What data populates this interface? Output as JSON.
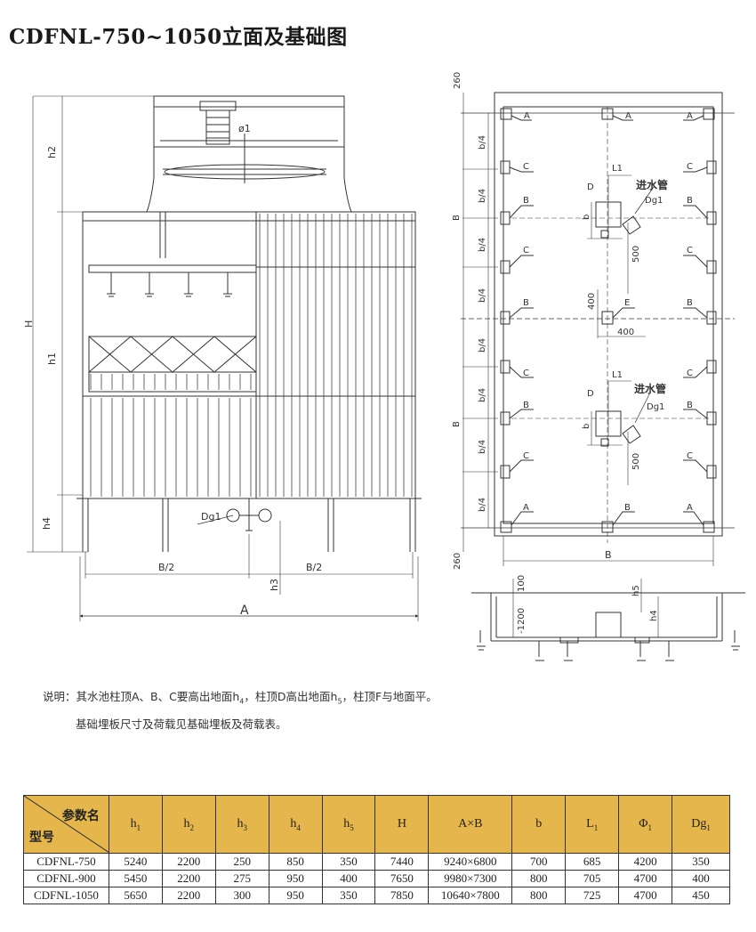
{
  "title": "CDFNL-750~1050立面及基础图",
  "elevation": {
    "labels": {
      "h2": "h2",
      "H": "H",
      "h1": "h1",
      "h4": "h4",
      "h3": "h3",
      "phi1": "ø1",
      "dg1": "Dg1",
      "half_b_left": "B/2",
      "half_b_right": "B/2",
      "a": "A"
    }
  },
  "plan": {
    "dim_260_top": "260",
    "dim_260_bottom": "260",
    "b_left_top": "B",
    "b_left_bottom": "B",
    "b_bottom": "B",
    "b_quarter": "b/4",
    "l1": "L1",
    "d": "D",
    "inlet_label": "进水管",
    "dg1": "Dg1",
    "dim_500": "500",
    "dim_400_v": "400",
    "dim_400_h": "400",
    "b_small": "b",
    "col_a": "A",
    "col_b": "B",
    "col_c": "C",
    "col_e": "E"
  },
  "section": {
    "dim_100": "100",
    "dim_1200": "-1200",
    "h5": "h5",
    "h4": "h4"
  },
  "notes": {
    "line1_pre": "说明：其水池柱顶A、B、C要高出地面h",
    "line1_sub1": "4",
    "line1_mid": "，柱顶D高出地面h",
    "line1_sub2": "5",
    "line1_post": "，柱顶F与地面平。",
    "line2": "基础埋板尺寸及荷载见基础埋板及荷载表。"
  },
  "table": {
    "corner_top": "参数名",
    "corner_bottom": "型号",
    "headers": [
      {
        "base": "h",
        "sub": "1"
      },
      {
        "base": "h",
        "sub": "2"
      },
      {
        "base": "h",
        "sub": "3"
      },
      {
        "base": "h",
        "sub": "4"
      },
      {
        "base": "h",
        "sub": "5"
      },
      {
        "base": "H",
        "sub": ""
      },
      {
        "base": "A×B",
        "sub": ""
      },
      {
        "base": "b",
        "sub": ""
      },
      {
        "base": "L",
        "sub": "1"
      },
      {
        "base": "Φ",
        "sub": "1"
      },
      {
        "base": "Dg",
        "sub": "1"
      }
    ],
    "rows": [
      {
        "model": "CDFNL-750",
        "values": [
          "5240",
          "2200",
          "250",
          "850",
          "350",
          "7440",
          "9240×6800",
          "700",
          "685",
          "4200",
          "350"
        ]
      },
      {
        "model": "CDFNL-900",
        "values": [
          "5450",
          "2200",
          "275",
          "950",
          "400",
          "7650",
          "9980×7300",
          "800",
          "705",
          "4700",
          "400"
        ]
      },
      {
        "model": "CDFNL-1050",
        "values": [
          "5650",
          "2200",
          "300",
          "950",
          "350",
          "7850",
          "10640×7800",
          "800",
          "725",
          "4700",
          "450"
        ]
      }
    ]
  }
}
